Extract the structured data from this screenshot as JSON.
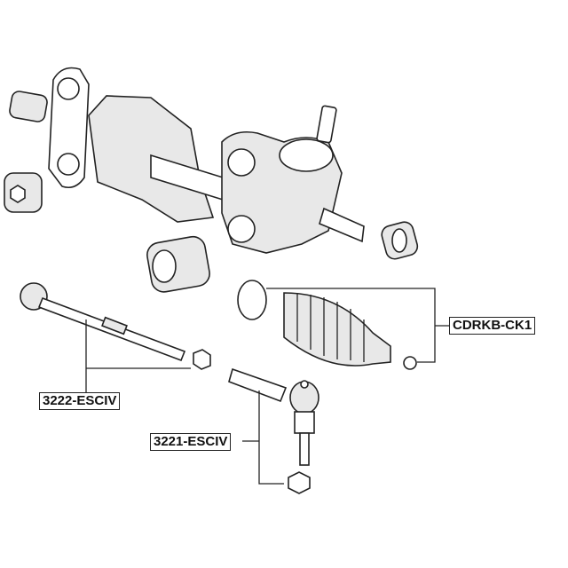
{
  "labels": {
    "boot_kit": "CDRKB-CK1",
    "inner_tie_rod": "3222-ESCIV",
    "outer_tie_rod_end": "3221-ESCIV"
  }
}
